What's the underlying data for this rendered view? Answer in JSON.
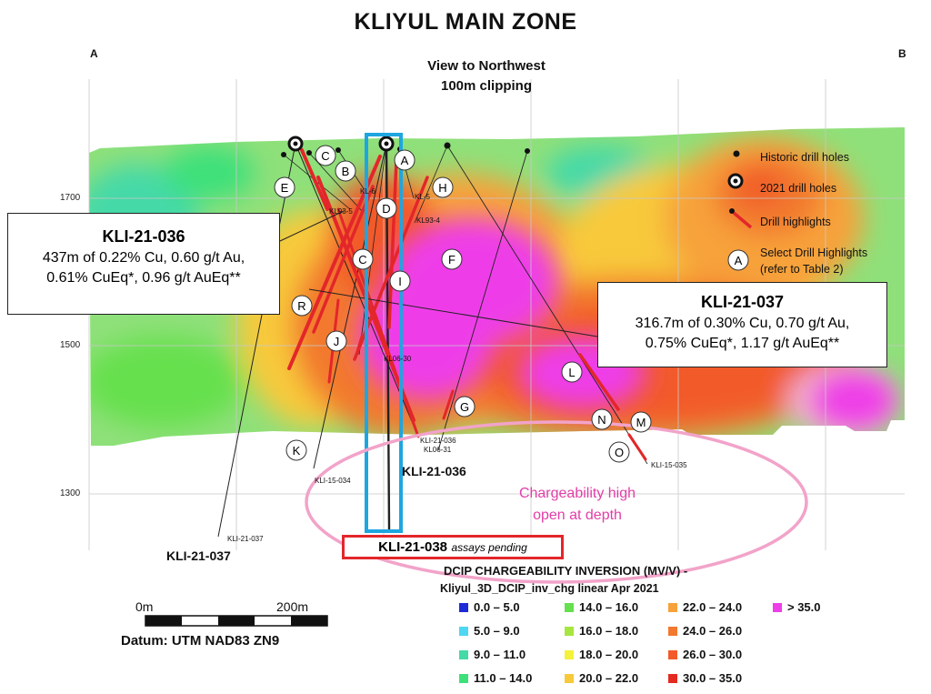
{
  "title": "KLIYUL MAIN ZONE",
  "section_ends": {
    "left": "A",
    "right": "B"
  },
  "subtitle": [
    "View to Northwest",
    "100m clipping"
  ],
  "elevations": [
    "1700",
    "1500",
    "1300"
  ],
  "callouts": {
    "kli_21_036": {
      "title": "KLI-21-036",
      "line1": "437m of 0.22% Cu, 0.60 g/t Au,",
      "line2": "0.61% CuEq*, 0.96 g/t AuEq**"
    },
    "kli_21_037": {
      "title": "KLI-21-037",
      "line1": "316.7m of 0.30% Cu, 0.70 g/t Au,",
      "line2": "0.75% CuEq*, 1.17 g/t AuEq**"
    }
  },
  "symbol_legend": {
    "historic": "Historic drill holes",
    "new_2021": "2021 drill holes",
    "highlights": "Drill highlights",
    "select_letter": "A",
    "select_line1": "Select Drill Highlights",
    "select_line2": "(refer to Table 2)"
  },
  "highlight_letters": [
    "A",
    "B",
    "C",
    "D",
    "E",
    "F",
    "G",
    "H",
    "I",
    "J",
    "K",
    "L",
    "M",
    "N",
    "O",
    "R",
    "C"
  ],
  "hole_labels": [
    "KL-6",
    "KL-5",
    "KL93-5",
    "KL93-4",
    "KL06-30",
    "KLI-21-036",
    "KL06-31",
    "KLI-15-034",
    "KLI-15-035",
    "KLI-21-037"
  ],
  "big_labels": {
    "h036": "KLI-21-036",
    "h037": "KLI-21-037"
  },
  "kli_038": {
    "id": "KLI-21-038",
    "status": "assays pending"
  },
  "chargeability_note": [
    "Chargeability high",
    "open at depth"
  ],
  "scale_bar": {
    "left": "0m",
    "right": "200m",
    "datum": "Datum: UTM NAD83 ZN9"
  },
  "legend": {
    "title1": "DCIP CHARGEABILITY INVERSION (MV/V) -",
    "title2": "Kliyul_3D_DCIP_inv_chg linear Apr 2021",
    "items": [
      {
        "label": "0.0 – 5.0",
        "color": "#1f2bd6"
      },
      {
        "label": "5.0 – 9.0",
        "color": "#4fd6f2"
      },
      {
        "label": "9.0 – 11.0",
        "color": "#45d9a8"
      },
      {
        "label": "11.0 – 14.0",
        "color": "#3ee07a"
      },
      {
        "label": "14.0 – 16.0",
        "color": "#66e04e"
      },
      {
        "label": "16.0 – 18.0",
        "color": "#a6e63f"
      },
      {
        "label": "18.0 – 20.0",
        "color": "#f4f23a"
      },
      {
        "label": "20.0 – 22.0",
        "color": "#f8c93b"
      },
      {
        "label": "22.0 – 24.0",
        "color": "#f7a23a"
      },
      {
        "label": "24.0 – 26.0",
        "color": "#f2792e"
      },
      {
        "label": "26.0 – 30.0",
        "color": "#f25a2a"
      },
      {
        "label": "30.0 – 35.0",
        "color": "#e52a22"
      },
      {
        "label": "> 35.0",
        "color": "#ee3ee8"
      }
    ]
  },
  "colors": {
    "highlight_red": "#e3262a",
    "box_blue": "#1ea6e0",
    "pink": "#f2a3c9",
    "section_base": "#8fe07a"
  }
}
